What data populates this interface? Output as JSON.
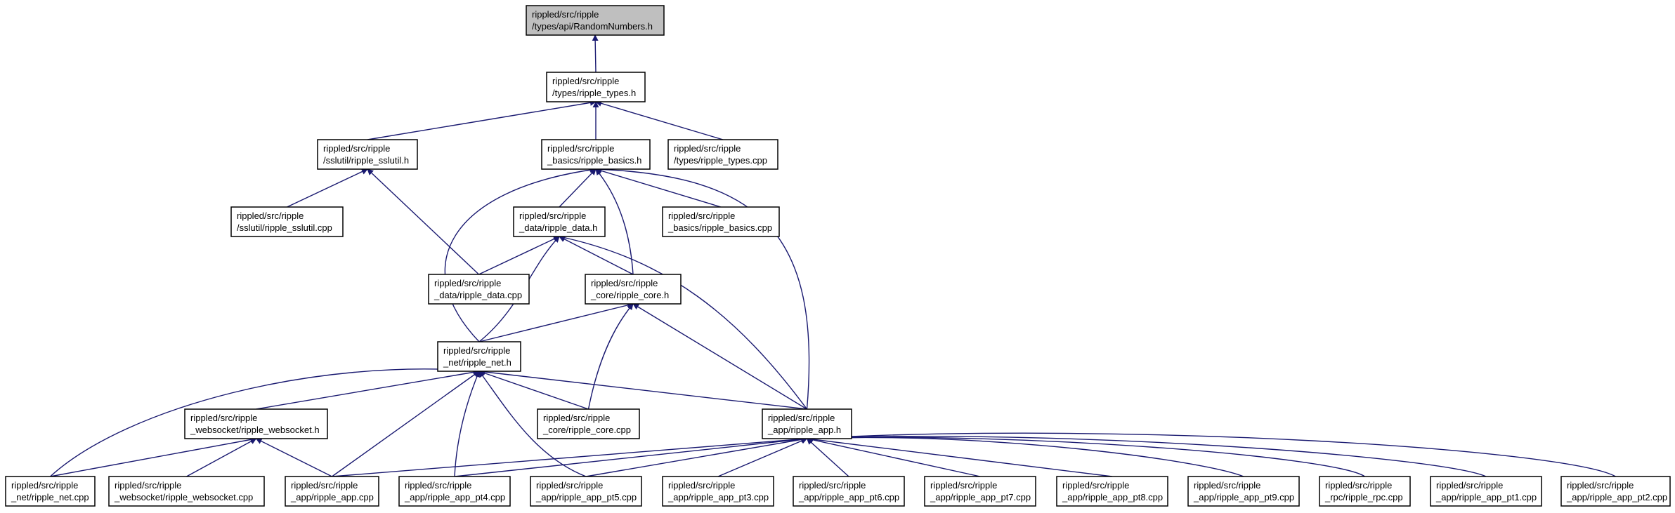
{
  "diagram": {
    "type": "include-dependency-graph",
    "edge_color": "#191970",
    "root_fill": "#bfbfbf",
    "node_fill": "#ffffff",
    "nodes": [
      {
        "id": "n_randomnumbers_h",
        "lines": [
          "rippled/src/ripple",
          "/types/api/RandomNumbers.h"
        ],
        "root": true
      },
      {
        "id": "n_ripple_types_h",
        "lines": [
          "rippled/src/ripple",
          "/types/ripple_types.h"
        ]
      },
      {
        "id": "n_ripple_sslutil_h",
        "lines": [
          "rippled/src/ripple",
          "/sslutil/ripple_sslutil.h"
        ]
      },
      {
        "id": "n_ripple_basics_h",
        "lines": [
          "rippled/src/ripple",
          "_basics/ripple_basics.h"
        ]
      },
      {
        "id": "n_ripple_types_cpp",
        "lines": [
          "rippled/src/ripple",
          "/types/ripple_types.cpp"
        ]
      },
      {
        "id": "n_ripple_sslutil_cpp",
        "lines": [
          "rippled/src/ripple",
          "/sslutil/ripple_sslutil.cpp"
        ]
      },
      {
        "id": "n_ripple_data_h",
        "lines": [
          "rippled/src/ripple",
          "_data/ripple_data.h"
        ]
      },
      {
        "id": "n_ripple_basics_cpp",
        "lines": [
          "rippled/src/ripple",
          "_basics/ripple_basics.cpp"
        ]
      },
      {
        "id": "n_ripple_data_cpp",
        "lines": [
          "rippled/src/ripple",
          "_data/ripple_data.cpp"
        ]
      },
      {
        "id": "n_ripple_core_h",
        "lines": [
          "rippled/src/ripple",
          "_core/ripple_core.h"
        ]
      },
      {
        "id": "n_ripple_net_h",
        "lines": [
          "rippled/src/ripple",
          "_net/ripple_net.h"
        ]
      },
      {
        "id": "n_ripple_websocket_h",
        "lines": [
          "rippled/src/ripple",
          "_websocket/ripple_websocket.h"
        ]
      },
      {
        "id": "n_ripple_core_cpp",
        "lines": [
          "rippled/src/ripple",
          "_core/ripple_core.cpp"
        ]
      },
      {
        "id": "n_ripple_app_h",
        "lines": [
          "rippled/src/ripple",
          "_app/ripple_app.h"
        ]
      },
      {
        "id": "n_ripple_net_cpp",
        "lines": [
          "rippled/src/ripple",
          "_net/ripple_net.cpp"
        ]
      },
      {
        "id": "n_ripple_websocket_cpp",
        "lines": [
          "rippled/src/ripple",
          "_websocket/ripple_websocket.cpp"
        ]
      },
      {
        "id": "n_ripple_app_cpp",
        "lines": [
          "rippled/src/ripple",
          "_app/ripple_app.cpp"
        ]
      },
      {
        "id": "n_ripple_app_pt4_cpp",
        "lines": [
          "rippled/src/ripple",
          "_app/ripple_app_pt4.cpp"
        ]
      },
      {
        "id": "n_ripple_app_pt5_cpp",
        "lines": [
          "rippled/src/ripple",
          "_app/ripple_app_pt5.cpp"
        ]
      },
      {
        "id": "n_ripple_app_pt3_cpp",
        "lines": [
          "rippled/src/ripple",
          "_app/ripple_app_pt3.cpp"
        ]
      },
      {
        "id": "n_ripple_app_pt6_cpp",
        "lines": [
          "rippled/src/ripple",
          "_app/ripple_app_pt6.cpp"
        ]
      },
      {
        "id": "n_ripple_app_pt7_cpp",
        "lines": [
          "rippled/src/ripple",
          "_app/ripple_app_pt7.cpp"
        ]
      },
      {
        "id": "n_ripple_app_pt8_cpp",
        "lines": [
          "rippled/src/ripple",
          "_app/ripple_app_pt8.cpp"
        ]
      },
      {
        "id": "n_ripple_app_pt9_cpp",
        "lines": [
          "rippled/src/ripple",
          "_app/ripple_app_pt9.cpp"
        ]
      },
      {
        "id": "n_ripple_rpc_cpp",
        "lines": [
          "rippled/src/ripple",
          "_rpc/ripple_rpc.cpp"
        ]
      },
      {
        "id": "n_ripple_app_pt1_cpp",
        "lines": [
          "rippled/src/ripple",
          "_app/ripple_app_pt1.cpp"
        ]
      },
      {
        "id": "n_ripple_app_pt2_cpp",
        "lines": [
          "rippled/src/ripple",
          "_app/ripple_app_pt2.cpp"
        ]
      }
    ],
    "edges": [
      {
        "from": "n_ripple_types_h",
        "to": "n_randomnumbers_h"
      },
      {
        "from": "n_ripple_sslutil_h",
        "to": "n_ripple_types_h"
      },
      {
        "from": "n_ripple_basics_h",
        "to": "n_ripple_types_h"
      },
      {
        "from": "n_ripple_types_cpp",
        "to": "n_ripple_types_h"
      },
      {
        "from": "n_ripple_sslutil_cpp",
        "to": "n_ripple_sslutil_h"
      },
      {
        "from": "n_ripple_data_cpp",
        "to": "n_ripple_sslutil_h"
      },
      {
        "from": "n_ripple_data_h",
        "to": "n_ripple_basics_h"
      },
      {
        "from": "n_ripple_basics_cpp",
        "to": "n_ripple_basics_h"
      },
      {
        "from": "n_ripple_core_h",
        "to": "n_ripple_basics_h"
      },
      {
        "from": "n_ripple_net_h",
        "to": "n_ripple_basics_h"
      },
      {
        "from": "n_ripple_app_h",
        "to": "n_ripple_basics_h"
      },
      {
        "from": "n_ripple_data_cpp",
        "to": "n_ripple_data_h"
      },
      {
        "from": "n_ripple_core_h",
        "to": "n_ripple_data_h"
      },
      {
        "from": "n_ripple_net_h",
        "to": "n_ripple_data_h"
      },
      {
        "from": "n_ripple_app_h",
        "to": "n_ripple_data_h"
      },
      {
        "from": "n_ripple_net_h",
        "to": "n_ripple_core_h"
      },
      {
        "from": "n_ripple_core_cpp",
        "to": "n_ripple_core_h"
      },
      {
        "from": "n_ripple_app_h",
        "to": "n_ripple_core_h"
      },
      {
        "from": "n_ripple_net_cpp",
        "to": "n_ripple_net_h"
      },
      {
        "from": "n_ripple_websocket_h",
        "to": "n_ripple_net_h"
      },
      {
        "from": "n_ripple_app_cpp",
        "to": "n_ripple_net_h"
      },
      {
        "from": "n_ripple_app_pt4_cpp",
        "to": "n_ripple_net_h"
      },
      {
        "from": "n_ripple_app_pt5_cpp",
        "to": "n_ripple_net_h"
      },
      {
        "from": "n_ripple_core_cpp",
        "to": "n_ripple_net_h"
      },
      {
        "from": "n_ripple_app_h",
        "to": "n_ripple_net_h"
      },
      {
        "from": "n_ripple_net_cpp",
        "to": "n_ripple_websocket_h"
      },
      {
        "from": "n_ripple_websocket_cpp",
        "to": "n_ripple_websocket_h"
      },
      {
        "from": "n_ripple_app_cpp",
        "to": "n_ripple_websocket_h"
      },
      {
        "from": "n_ripple_app_cpp",
        "to": "n_ripple_app_h"
      },
      {
        "from": "n_ripple_app_pt4_cpp",
        "to": "n_ripple_app_h"
      },
      {
        "from": "n_ripple_app_pt5_cpp",
        "to": "n_ripple_app_h"
      },
      {
        "from": "n_ripple_app_pt3_cpp",
        "to": "n_ripple_app_h"
      },
      {
        "from": "n_ripple_app_pt6_cpp",
        "to": "n_ripple_app_h"
      },
      {
        "from": "n_ripple_app_pt7_cpp",
        "to": "n_ripple_app_h"
      },
      {
        "from": "n_ripple_app_pt8_cpp",
        "to": "n_ripple_app_h"
      },
      {
        "from": "n_ripple_app_pt9_cpp",
        "to": "n_ripple_app_h"
      },
      {
        "from": "n_ripple_rpc_cpp",
        "to": "n_ripple_app_h"
      },
      {
        "from": "n_ripple_app_pt1_cpp",
        "to": "n_ripple_app_h"
      },
      {
        "from": "n_ripple_app_pt2_cpp",
        "to": "n_ripple_app_h"
      }
    ]
  }
}
